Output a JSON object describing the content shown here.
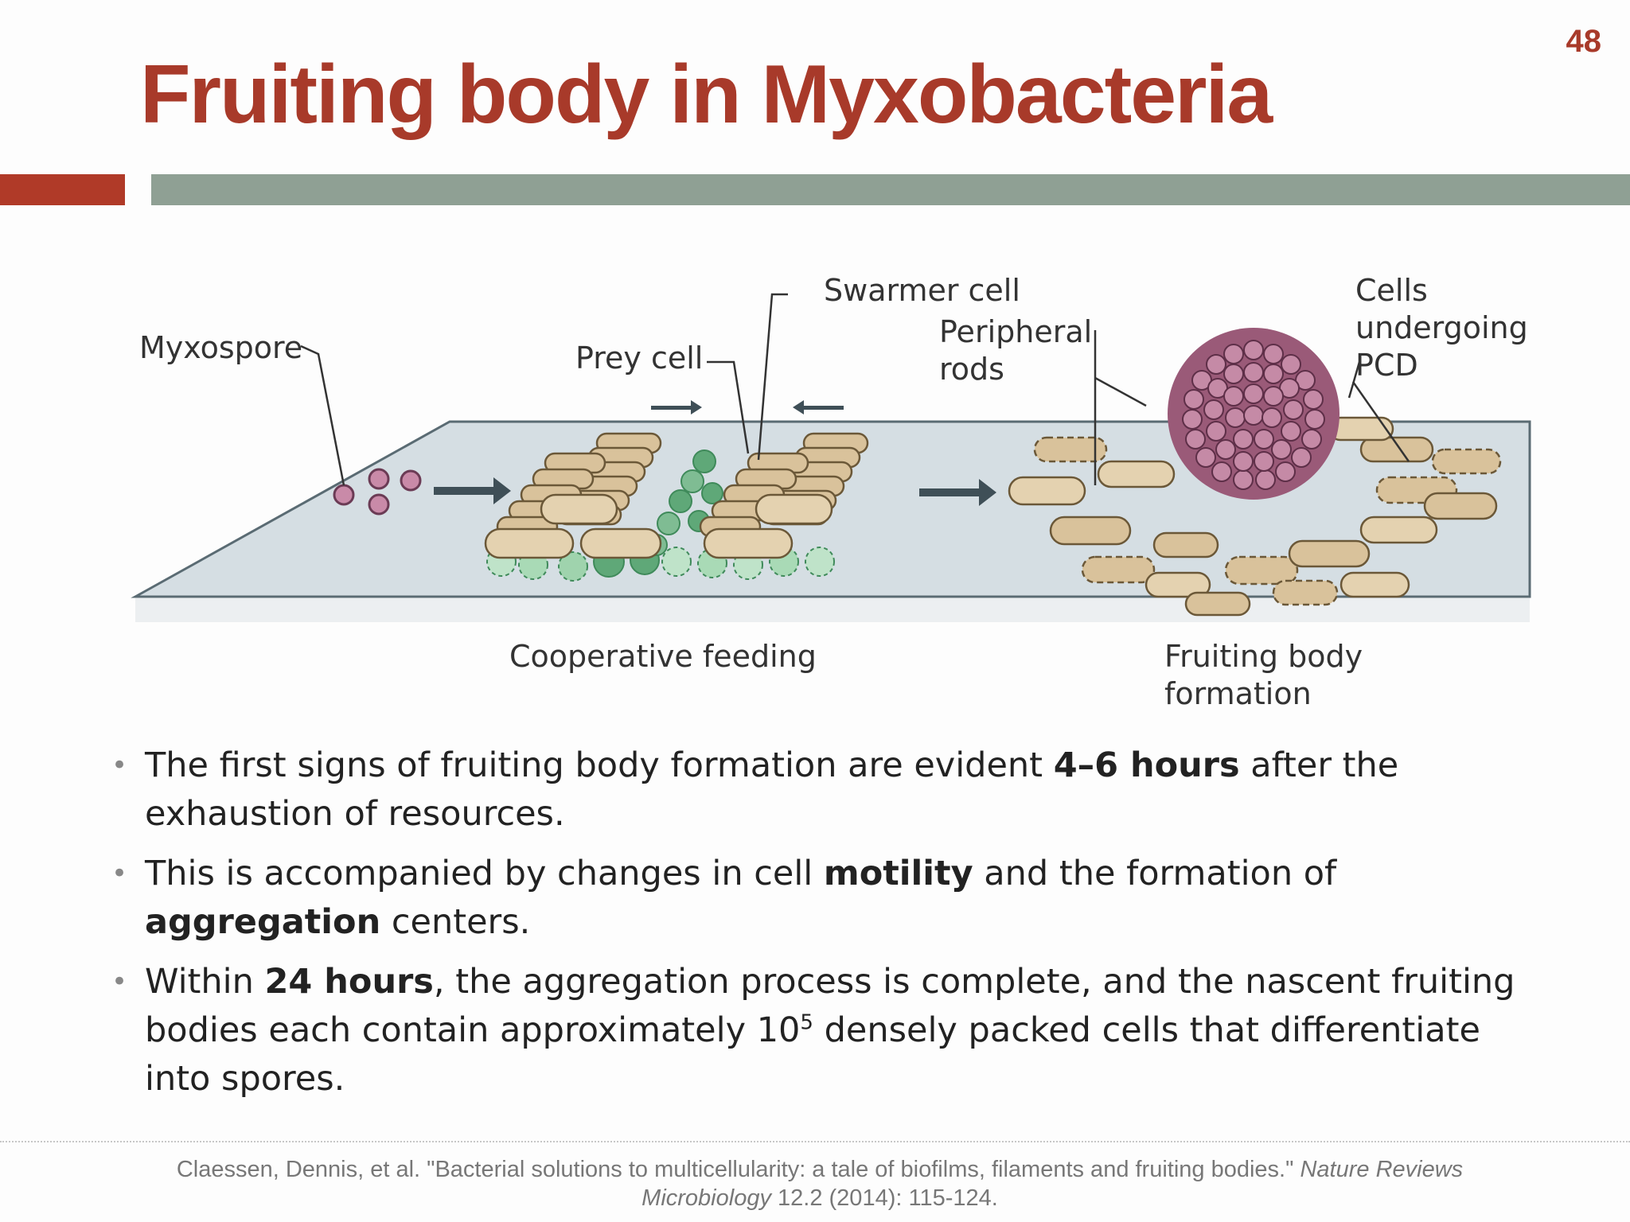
{
  "slide": {
    "number": "48",
    "title": "Fruiting body in Myxobacteria"
  },
  "colors": {
    "accent_red": "#b03a28",
    "bar_gray": "#8fa094",
    "spore_purple": "#9a5a78",
    "rod_tan": "#d9c29b",
    "prey_green": "#5fa878",
    "surface": "#d5dee3"
  },
  "diagram": {
    "labels": {
      "myxospore": "Myxospore",
      "prey_cell": "Prey cell",
      "swarmer_cell": "Swarmer cell",
      "peripheral_rods_1": "Peripheral",
      "peripheral_rods_2": "rods",
      "pcd_1": "Cells",
      "pcd_2": "undergoing",
      "pcd_3": "PCD",
      "cooperative_feeding": "Cooperative feeding",
      "fruiting_body_1": "Fruiting body",
      "fruiting_body_2": "formation"
    }
  },
  "bullets": [
    {
      "pre": "The first signs of fruiting body formation are evident ",
      "bold": "4–6 hours",
      "post": " after the exhaustion of resources."
    },
    {
      "pre": "This is accompanied by changes in cell ",
      "bold1": "motility",
      "mid": " and the formation of ",
      "bold2": "aggregation",
      "post": " centers."
    },
    {
      "pre": "Within ",
      "bold": "24 hours",
      "mid": ", the aggregation process is complete, and the nascent fruiting bodies each contain approximately 10",
      "sup": "5",
      "post": " densely packed cells that differentiate into spores."
    }
  ],
  "citation": {
    "text": "Claessen, Dennis, et al. \"Bacterial solutions to multicellularity: a tale of biofilms, filaments and fruiting bodies.\" ",
    "journal": "Nature Reviews Microbiology",
    "details": " 12.2 (2014): 115-124."
  }
}
